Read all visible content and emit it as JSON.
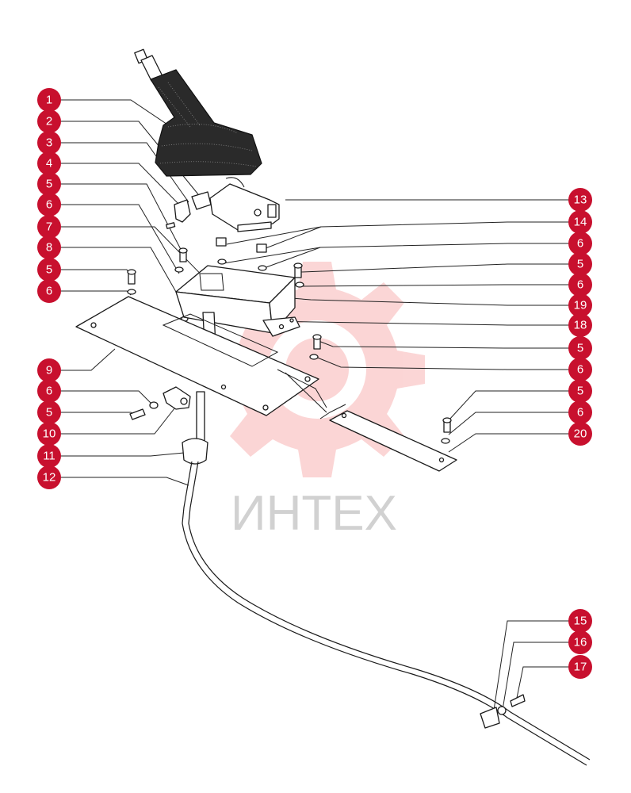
{
  "watermark": {
    "text": "ИНТЕХ",
    "gear_color": "#f26a6a",
    "text_color": "#9a9a9a"
  },
  "callout_color": "#c8102e",
  "callouts_left": [
    "1",
    "2",
    "3",
    "4",
    "5",
    "6",
    "7",
    "8",
    "5",
    "6",
    "9",
    "6",
    "5",
    "10",
    "11",
    "12"
  ],
  "callouts_right": [
    "13",
    "14",
    "6",
    "5",
    "6",
    "19",
    "18",
    "5",
    "6",
    "5",
    "6",
    "20",
    "15",
    "16",
    "17"
  ]
}
